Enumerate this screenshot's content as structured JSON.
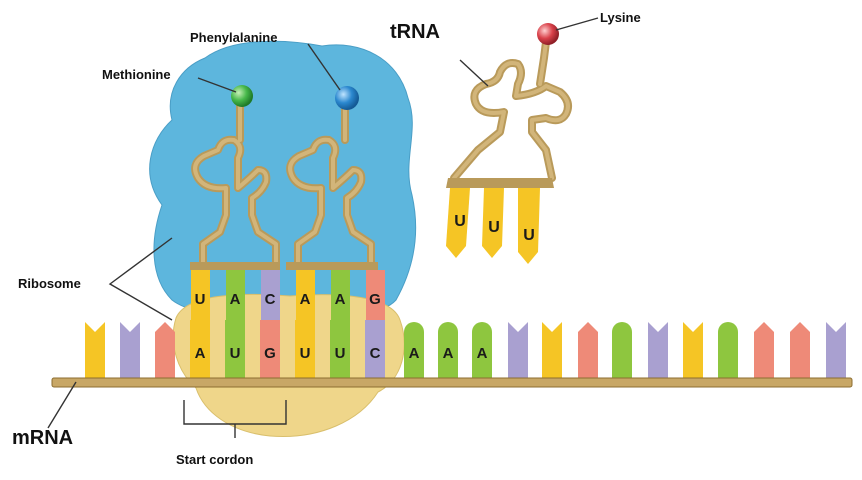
{
  "labels": {
    "methionine": "Methionine",
    "phenylalanine": "Phenylalanine",
    "trna": "tRNA",
    "lysine": "Lysine",
    "ribosome": "Ribosome",
    "mrna": "mRNA",
    "start_codon": "Start cordon"
  },
  "mrna_codons": [
    "A",
    "U",
    "G",
    "U",
    "U",
    "C",
    "A",
    "A",
    "A"
  ],
  "anticodons": {
    "methionine_trna": [
      "U",
      "A",
      "C"
    ],
    "phenylalanine_trna": [
      "A",
      "A",
      "G"
    ],
    "lysine_trna": [
      "U",
      "U",
      "U"
    ]
  },
  "colors": {
    "ribosome_large": "#5db6dd",
    "ribosome_small": "#efd68a",
    "methionine": "#47b84a",
    "phenylalanine": "#2b88cf",
    "lysine": "#d9414a",
    "trna_backbone": "#b99a5a",
    "mrna_backbone": "#c8a766",
    "base_A_yellow": "#f5c525",
    "base_U_green": "#8ec63f",
    "base_C_purple": "#a9a0d0",
    "base_G_salmon": "#ee8a78"
  }
}
